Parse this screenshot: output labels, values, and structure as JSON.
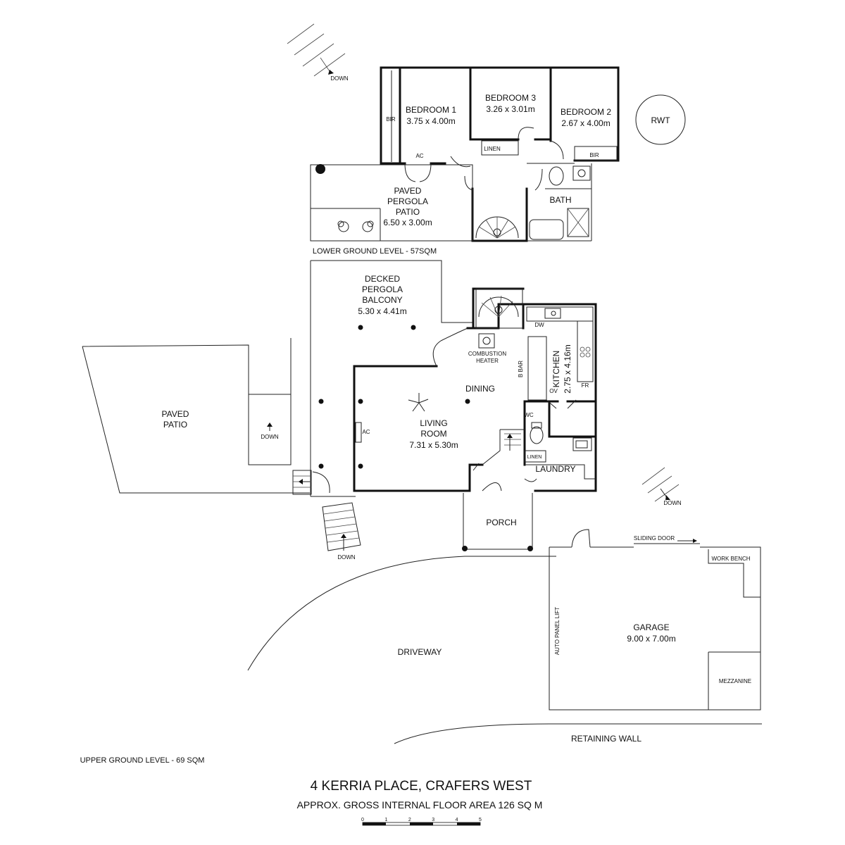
{
  "property": {
    "address": "4 KERRIA PLACE, CRAFERS WEST",
    "floor_area": "APPROX. GROSS INTERNAL FLOOR AREA  126 SQ M",
    "lower_level": "LOWER GROUND LEVEL - 57SQM",
    "upper_level": "UPPER GROUND LEVEL - 69 SQM"
  },
  "lower_ground": {
    "bedroom1": {
      "name": "BEDROOM 1",
      "size": "3.75 x 4.00m"
    },
    "bedroom3": {
      "name": "BEDROOM 3",
      "size": "3.26 x 3.01m"
    },
    "bedroom2": {
      "name": "BEDROOM 2",
      "size": "2.67 x 4.00m"
    },
    "rwt": "RWT",
    "bir_left": "BIR",
    "bir_right": "BIR",
    "ac": "AC",
    "linen": "LINEN",
    "bath": "BATH",
    "patio": {
      "line1": "PAVED",
      "line2": "PERGOLA",
      "line3": "PATIO",
      "size": "6.50 x 3.00m"
    },
    "down": "DOWN"
  },
  "upper_ground": {
    "balcony": {
      "line1": "DECKED",
      "line2": "PERGOLA",
      "line3": "BALCONY",
      "size": "5.30 x 4.41m"
    },
    "heater": {
      "line1": "COMBUSTION",
      "line2": "HEATER"
    },
    "dining": "DINING",
    "living": {
      "line1": "LIVING",
      "line2": "ROOM",
      "size": "7.31 x 5.30m"
    },
    "ac": "AC",
    "bbar": "B BAR",
    "kitchen": {
      "name": "KITCHEN",
      "size": "2.75 x 4.16m"
    },
    "dw": "DW",
    "ov": "OV",
    "fr": "FR",
    "wc": "WC",
    "linen": "LINEN",
    "laundry": "LAUNDRY",
    "porch": "PORCH",
    "paved_patio": {
      "line1": "PAVED",
      "line2": "PATIO"
    },
    "down_patio": "DOWN",
    "down_stairs": "DOWN",
    "down_right": "DOWN",
    "driveway": "DRIVEWAY",
    "retaining_wall": "RETAINING WALL"
  },
  "garage": {
    "name": "GARAGE",
    "size": "9.00 x 7.00m",
    "sliding_door": "SLIDING DOOR",
    "work_bench": "WORK BENCH",
    "auto_lift": "AUTO PANEL LIFT",
    "mezzanine": "MEZZANINE"
  },
  "scale": {
    "ticks": [
      "0",
      "1",
      "2",
      "3",
      "4",
      "5"
    ]
  }
}
